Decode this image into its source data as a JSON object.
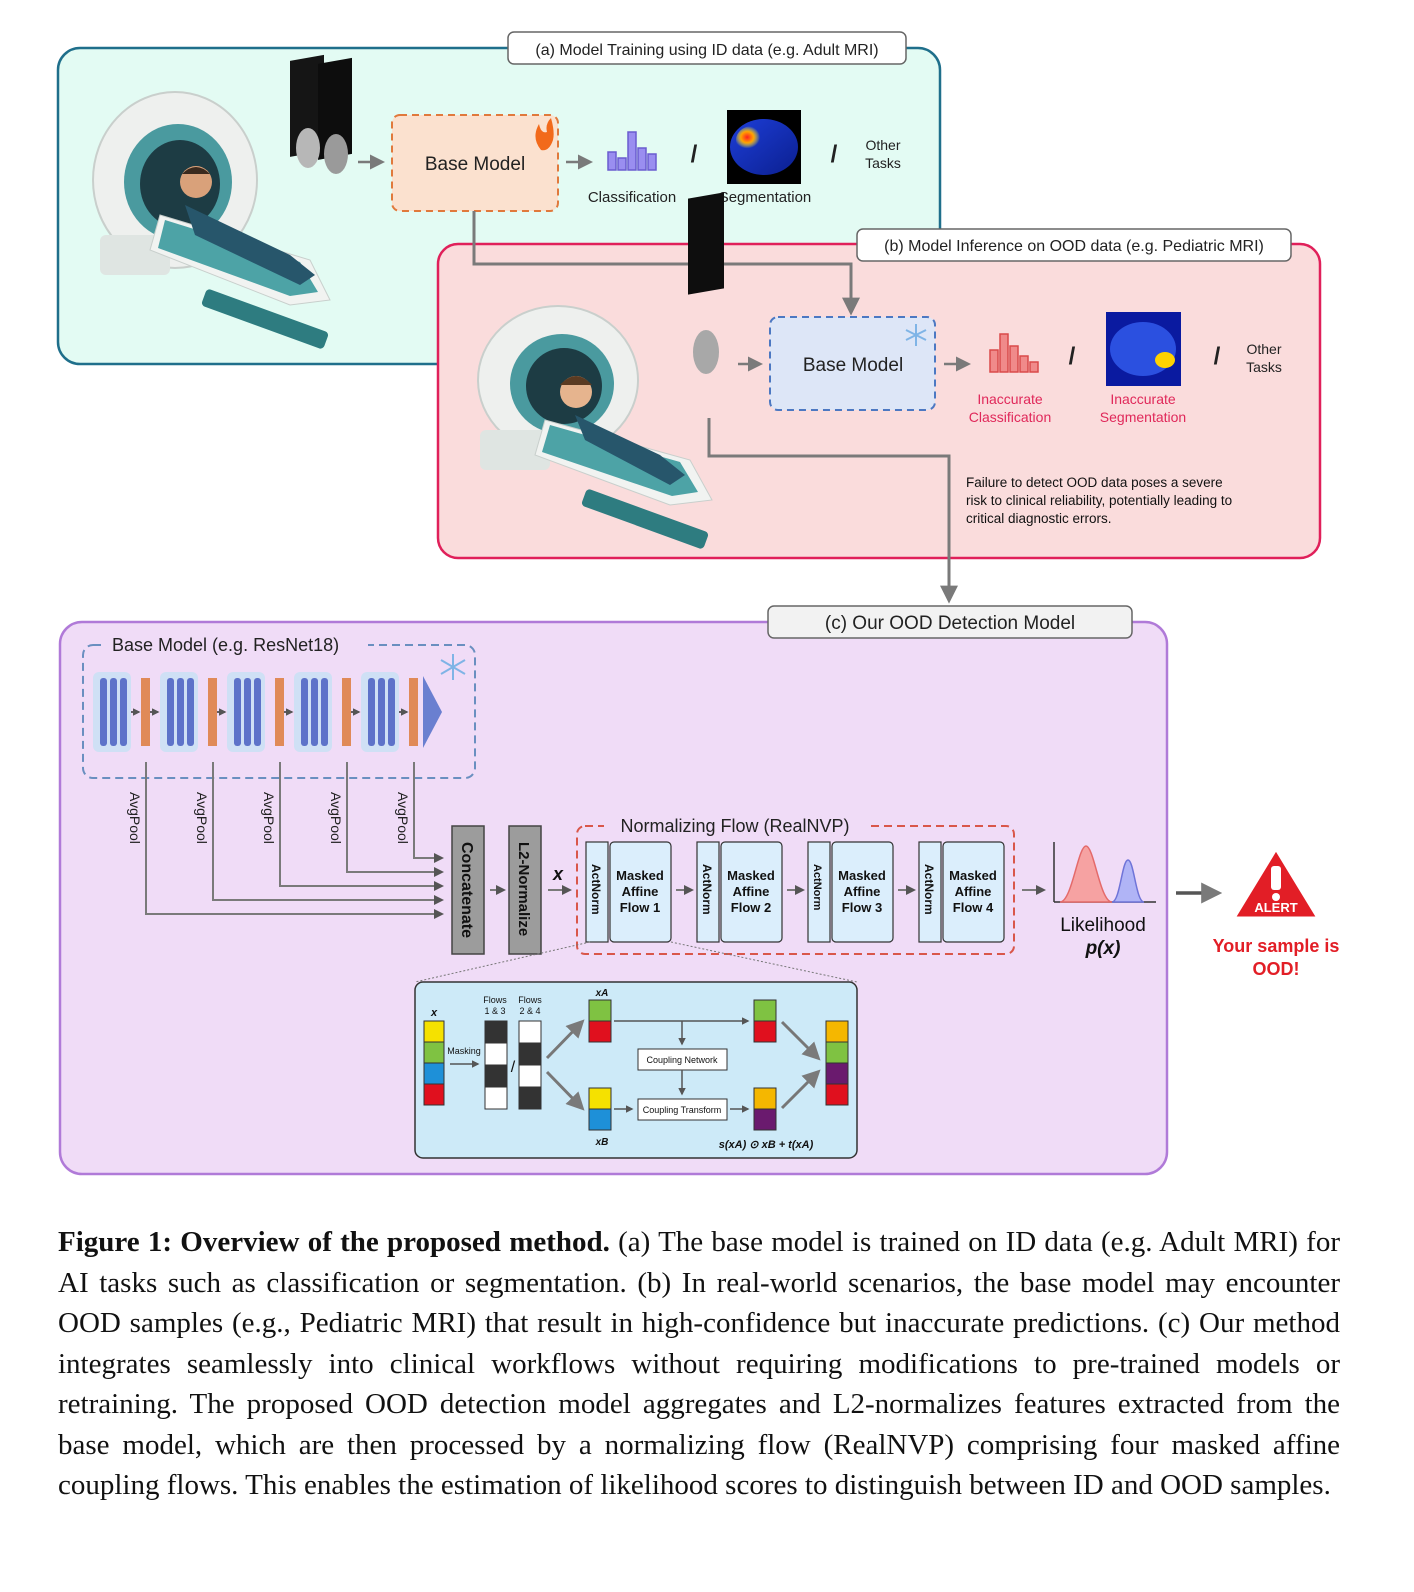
{
  "panel_a": {
    "header": "(a) Model Training using ID data (e.g. Adult MRI)",
    "base_model": "Base Model",
    "classification": "Classification",
    "segmentation": "Segmentation",
    "slash": "/",
    "other_tasks": [
      "Other",
      "Tasks"
    ]
  },
  "panel_b": {
    "header": "(b) Model Inference on OOD data (e.g. Pediatric MRI)",
    "base_model": "Base Model",
    "inaccurate_classification": [
      "Inaccurate",
      "Classification"
    ],
    "inaccurate_segmentation": [
      "Inaccurate",
      "Segmentation"
    ],
    "slash": "/",
    "other_tasks": [
      "Other",
      "Tasks"
    ],
    "warning": [
      "Failure to detect OOD data poses a severe",
      "risk to clinical reliability, potentially leading to",
      "critical diagnostic errors."
    ]
  },
  "panel_c": {
    "header": "(c) Our OOD Detection Model",
    "base_model_label": "Base Model (e.g. ResNet18)",
    "avgpool": "AvgPool",
    "concatenate": "Concatenate",
    "l2_normalize": "L2-Normalize",
    "x_symbol": "x",
    "nf_title": "Normalizing Flow (RealNVP)",
    "actnorm": "ActNorm",
    "flows": [
      [
        "Masked",
        "Affine",
        "Flow 1"
      ],
      [
        "Masked",
        "Affine",
        "Flow 2"
      ],
      [
        "Masked",
        "Affine",
        "Flow 3"
      ],
      [
        "Masked",
        "Affine",
        "Flow 4"
      ]
    ],
    "likelihood": "Likelihood",
    "likelihood_symbol": "p(x)",
    "alert_word": "ALERT",
    "alert_text": [
      "Your sample is",
      "OOD!"
    ],
    "detail": {
      "x": "x",
      "masking": "Masking",
      "flows13": [
        "Flows",
        "1 & 3"
      ],
      "flows24": [
        "Flows",
        "2 & 4"
      ],
      "xa": "xA",
      "xb": "xB",
      "coupling_network": "Coupling Network",
      "coupling_transform": "Coupling Transform",
      "formula": "s(xA) ⊙ xB + t(xA)"
    }
  },
  "caption": {
    "label": "Figure 1: Overview of the proposed method.",
    "text": " (a) The base model is trained on ID data (e.g. Adult MRI) for AI tasks such as classification or segmentation. (b) In real-world scenarios, the base model may encounter OOD samples (e.g., Pediatric MRI) that result in high-confidence but inaccurate predictions. (c) Our method integrates seamlessly into clinical workflows without requiring modifications to pre-trained models or retraining. The proposed OOD detection model aggregates and L2-normalizes features extracted from the base model, which are then processed by a normalizing flow (RealNVP) comprising four masked affine coupling flows. This enables the estimation of likelihood scores to distinguish between ID and OOD samples."
  },
  "colors": {
    "panel_a_fill": "#e3fbf3",
    "panel_a_border": "#1f6f8b",
    "panel_b_fill": "#fadcdc",
    "panel_b_border": "#e0205a",
    "panel_c_fill": "#f0dcf7",
    "panel_c_border": "#b07ad8",
    "alert_red": "#e21e26",
    "bar_purple": "#8a7fe0",
    "bar_red": "#ef6b6b",
    "flow_box": "#dbeefc",
    "actnorm_orange": "#e08a58",
    "conv_blue": "#5d72c9"
  }
}
